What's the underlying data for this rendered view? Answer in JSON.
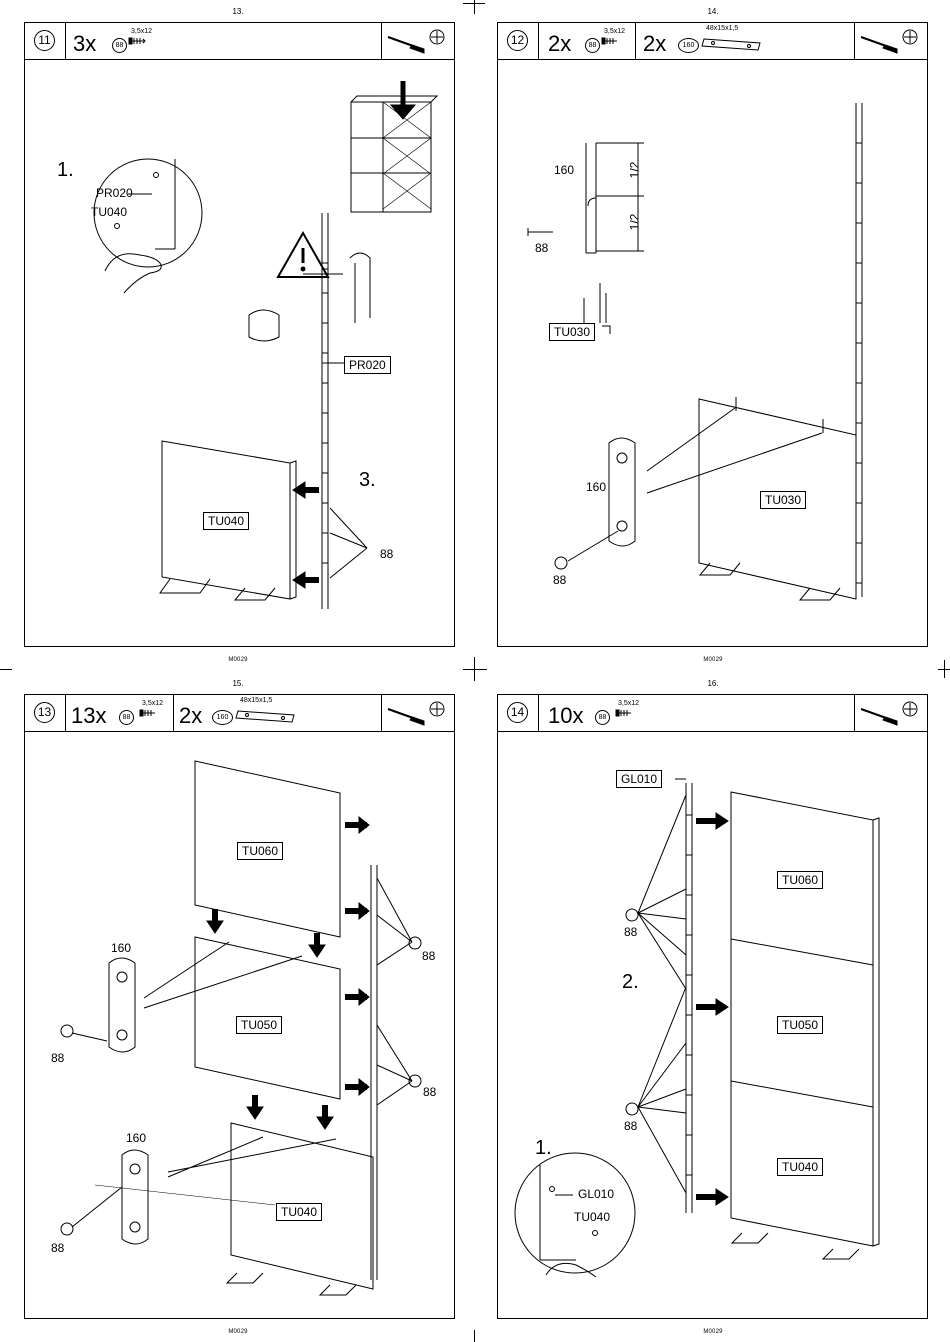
{
  "pages": [
    {
      "page_number": "13.",
      "footer": "M0029",
      "step": "11",
      "parts": [
        {
          "qty": "3x",
          "code": "88",
          "spec": "3,5x12"
        }
      ],
      "step_labels": [
        "1.",
        "3."
      ],
      "part_labels": {
        "detail_a": "PR020",
        "detail_b": "TU040",
        "frame": "PR020",
        "panel": "TU040",
        "screw": "88"
      }
    },
    {
      "page_number": "14.",
      "footer": "M0029",
      "step": "12",
      "parts": [
        {
          "qty": "2x",
          "code": "88",
          "spec": "3,5x12"
        },
        {
          "qty": "2x",
          "code": "160",
          "spec": "48x15x1,5"
        }
      ],
      "part_labels": {
        "bracket_top": "160",
        "half_a": "1/2",
        "half_b": "1/2",
        "screw_top": "88",
        "panel_top": "TU030",
        "bracket": "160",
        "panel": "TU030",
        "screw": "88"
      }
    },
    {
      "page_number": "15.",
      "footer": "M0029",
      "step": "13",
      "parts": [
        {
          "qty": "13x",
          "code": "88",
          "spec": "3,5x12"
        },
        {
          "qty": "2x",
          "code": "160",
          "spec": "48x15x1,5"
        }
      ],
      "part_labels": {
        "panel_top": "TU060",
        "panel_mid": "TU050",
        "panel_bottom": "TU040",
        "bracket_a": "160",
        "bracket_b": "160",
        "screw_a": "88",
        "screw_b": "88",
        "screw_c": "88",
        "screw_d": "88"
      }
    },
    {
      "page_number": "16.",
      "footer": "M0029",
      "step": "14",
      "parts": [
        {
          "qty": "10x",
          "code": "88",
          "spec": "3,5x12"
        }
      ],
      "step_labels": [
        "1.",
        "2."
      ],
      "part_labels": {
        "frame": "GL010",
        "detail_a": "GL010",
        "detail_b": "TU040",
        "panel_top": "TU060",
        "panel_mid": "TU050",
        "panel_bottom": "TU040",
        "screw_a": "88",
        "screw_b": "88"
      }
    }
  ]
}
